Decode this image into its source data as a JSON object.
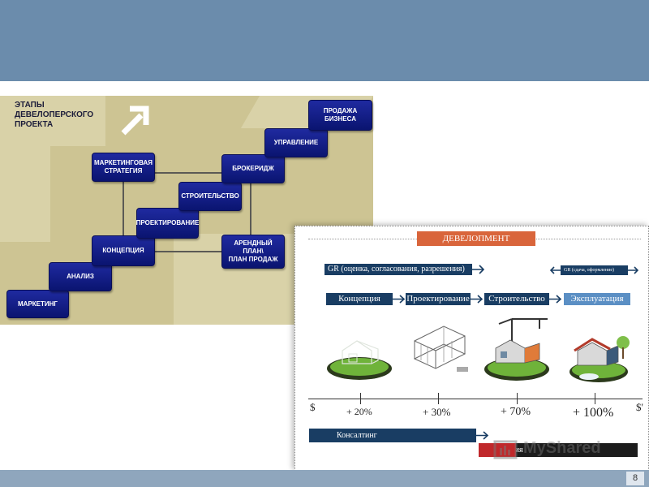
{
  "page_number": "8",
  "staircase": {
    "title": "ЭТАПЫ\nДЕВЕЛОПЕРСКОГО\nПРОЕКТА",
    "stages": {
      "marketing": "МАРКЕТИНГ",
      "analysis": "АНАЛИЗ",
      "concept": "КОНЦЕПЦИЯ",
      "design": "ПРОЕКТИРОВАНИЕ",
      "construction": "СТРОИТЕЛЬСТВО",
      "brokerage": "БРОКЕРИДЖ",
      "management": "УПРАВЛЕНИЕ",
      "business_sale": "ПРОДАЖА БИЗНЕСА",
      "marketing_strategy": "МАРКЕТИНГОВАЯ\nСТРАТЕГИЯ",
      "rental_plan": "АРЕНДНЫЙ ПЛАН\\\nПЛАН ПРОДАЖ"
    },
    "colors": {
      "stage_blue": "#0f1a85",
      "panel": "#cdc493"
    }
  },
  "development": {
    "title": "ДЕВЕЛОПМЕНТ",
    "gr_left": "GR (оценка, согласования, разрешения)",
    "gr_right": "GR (сдача, оформление)",
    "phases": [
      "Концепция",
      "Проектирование",
      "Строительство",
      "Эксплуатация"
    ],
    "scale_start": "$",
    "scale_end": "$'",
    "scale_values": [
      "+ 20%",
      "+ 30%",
      "+ 70%",
      "+ 100%"
    ],
    "consulting": "Консалтинг",
    "realization": "Реализация",
    "colors": {
      "dark_blue": "#193d63",
      "title_orange": "#d9653b",
      "exploitation_blue": "#5b8fc4"
    }
  },
  "watermark": "MyShared"
}
